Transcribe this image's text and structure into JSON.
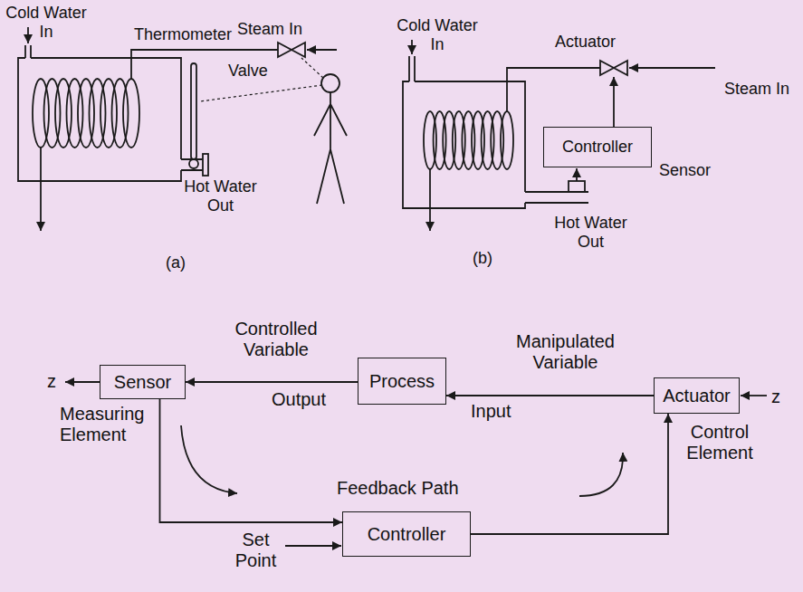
{
  "diagram": {
    "nodes": [
      {
        "text": [
          "Controller"
        ]
      },
      {
        "text": [
          "Sensor"
        ]
      },
      {
        "text": [
          "Process"
        ]
      },
      {
        "text": [
          "Actuator"
        ]
      },
      {
        "text": [
          "Controller"
        ]
      }
    ],
    "edges": [
      {
        "from": 2,
        "to": 1,
        "arrow": "to"
      },
      {
        "from": 3,
        "to": 2,
        "arrow": "to"
      },
      {
        "from": 1,
        "to": 4,
        "arrow": "to"
      },
      {
        "from": 4,
        "to": 3,
        "arrow": "to"
      }
    ],
    "labels": [
      "Cold Water In",
      "Thermometer",
      "Steam In",
      "Valve",
      "Hot Water Out",
      "(a)",
      "Cold Water In",
      "Actuator",
      "Steam In",
      "Sensor",
      "Hot Water Out",
      "(b)",
      "z",
      "Controlled Variable",
      "Output",
      "Manipulated Variable",
      "Input",
      "z",
      "Measuring Element",
      "Control Element",
      "Feedback Path",
      "Set Point"
    ]
  }
}
